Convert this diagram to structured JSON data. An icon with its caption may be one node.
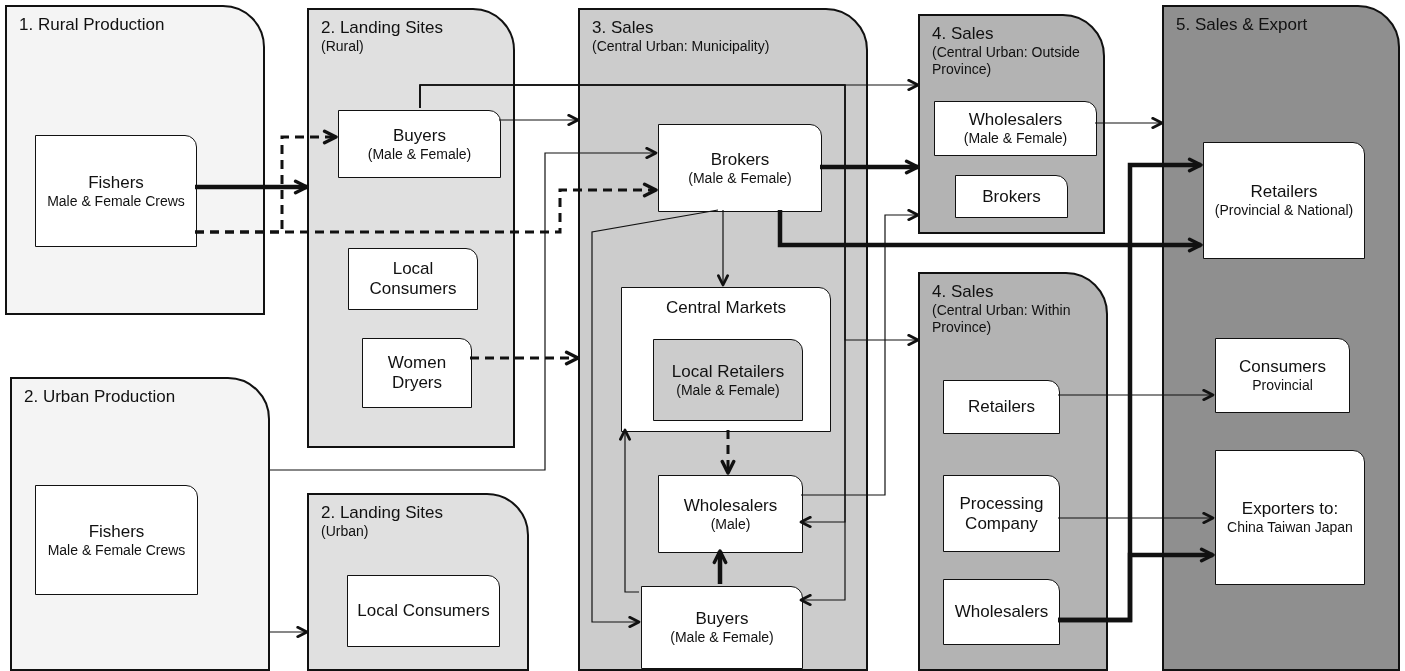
{
  "diagram": {
    "nodes": [
      {
        "text": [
          "1.   Rural Production"
        ]
      },
      {
        "text": [
          "Fishers",
          "Male & Female Crews"
        ],
        "in": 0
      },
      {
        "text": [
          "2. Landing Sites",
          "(Rural)"
        ]
      },
      {
        "text": [
          "Buyers",
          "(Male & Female)"
        ],
        "in": 2
      },
      {
        "text": [
          "Local Consumers"
        ],
        "in": 2
      },
      {
        "text": [
          "Women Dryers"
        ],
        "in": 2
      },
      {
        "text": [
          "2. Urban Production"
        ]
      },
      {
        "text": [
          "Fishers",
          "Male & Female Crews"
        ],
        "in": 6
      },
      {
        "text": [
          "2. Landing Sites",
          "(Urban)"
        ]
      },
      {
        "text": [
          "Local Consumers"
        ],
        "in": 8
      },
      {
        "text": [
          "3. Sales",
          "(Central Urban: Municipality)"
        ]
      },
      {
        "text": [
          "Brokers",
          "(Male & Female)"
        ],
        "in": 10
      },
      {
        "text": [
          "Central Markets"
        ],
        "in": 10
      },
      {
        "text": [
          "Local Retailers",
          "(Male & Female)"
        ],
        "in": 12
      },
      {
        "text": [
          "Wholesalers",
          "(Male)"
        ],
        "in": 10
      },
      {
        "text": [
          "Buyers",
          "(Male & Female)"
        ],
        "in": 10
      },
      {
        "text": [
          "4. Sales",
          "(Central Urban: Outside Province)"
        ]
      },
      {
        "text": [
          "Wholesalers",
          "(Male & Female)"
        ],
        "in": 16
      },
      {
        "text": [
          "Brokers"
        ],
        "in": 16
      },
      {
        "text": [
          "4. Sales",
          "(Central Urban: Within Province)"
        ]
      },
      {
        "text": [
          "Retailers"
        ],
        "in": 19
      },
      {
        "text": [
          "Processing Company"
        ],
        "in": 19
      },
      {
        "text": [
          "Wholesalers"
        ],
        "in": 19
      },
      {
        "text": [
          "5. Sales & Export"
        ]
      },
      {
        "text": [
          "Retailers",
          "(Provincial & National)"
        ],
        "in": 23
      },
      {
        "text": [
          "Consumers",
          "Provincial"
        ],
        "in": 23
      },
      {
        "text": [
          "Exporters to:",
          "China Taiwan Japan"
        ],
        "in": 23
      }
    ],
    "edges": [
      {
        "from": 1,
        "to": 2,
        "arrow": "to",
        "style": "thick"
      },
      {
        "from": 1,
        "to": 3,
        "arrow": "to",
        "style": "dashed"
      },
      {
        "from": 1,
        "to": 11,
        "arrow": "to",
        "style": "dashed"
      },
      {
        "from": 3,
        "to": 10,
        "arrow": "to"
      },
      {
        "from": 3,
        "to": 16,
        "arrow": "to"
      },
      {
        "from": 3,
        "to": 19,
        "arrow": "to"
      },
      {
        "from": 3,
        "to": 14,
        "arrow": "to"
      },
      {
        "from": 3,
        "to": 15,
        "arrow": "to"
      },
      {
        "from": 5,
        "to": 10,
        "arrow": "to",
        "style": "dashed"
      },
      {
        "from": 6,
        "to": 11,
        "arrow": "to"
      },
      {
        "from": 6,
        "to": 8,
        "arrow": "to"
      },
      {
        "from": 11,
        "to": 16,
        "arrow": "to",
        "style": "thick"
      },
      {
        "from": 11,
        "to": 24,
        "arrow": "to",
        "style": "thick"
      },
      {
        "from": 11,
        "to": 12,
        "arrow": "to"
      },
      {
        "from": 11,
        "to": 15,
        "arrow": "to"
      },
      {
        "from": 15,
        "to": 12,
        "arrow": "to"
      },
      {
        "from": 15,
        "to": 14,
        "arrow": "to",
        "style": "thick"
      },
      {
        "from": 12,
        "to": 14,
        "arrow": "to",
        "style": "dashed"
      },
      {
        "from": 14,
        "to": 16,
        "arrow": "to"
      },
      {
        "from": 17,
        "to": 23,
        "arrow": "to"
      },
      {
        "from": 20,
        "to": 25,
        "arrow": "to"
      },
      {
        "from": 21,
        "to": 26,
        "arrow": "to"
      },
      {
        "from": 22,
        "to": 24,
        "arrow": "to",
        "style": "thick"
      },
      {
        "from": 22,
        "to": 26,
        "arrow": "to",
        "style": "thick"
      }
    ]
  }
}
